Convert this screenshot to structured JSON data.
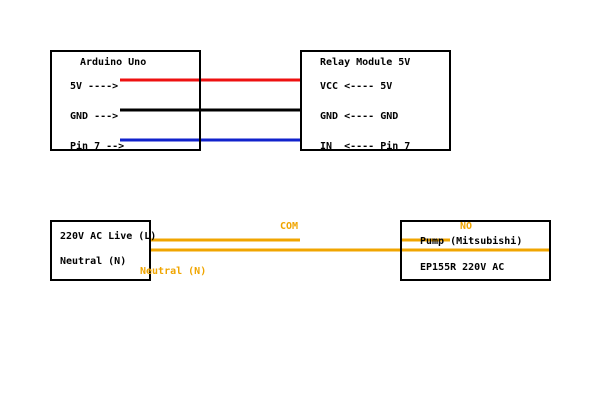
{
  "colors": {
    "power_wire": "#ee1111",
    "ground_wire": "#000000",
    "signal_wire": "#1122cc",
    "ac_wire": "#f0a500",
    "box_border": "#000000",
    "ac_label": "#f0a500"
  },
  "arduino": {
    "title": "Arduino Uno",
    "pin_5v": "5V ---->",
    "pin_gnd": "GND --->",
    "pin_7": "Pin 7 -->"
  },
  "relay": {
    "title": "Relay Module 5V",
    "vcc": "VCC <---- 5V",
    "gnd": "GND <---- GND",
    "in": "IN  <---- Pin 7"
  },
  "ac_source": {
    "live": "220V AC Live (L)",
    "neutral": "Neutral (N)"
  },
  "pump": {
    "name": "Pump (Mitsubishi)",
    "model": "EP155R 220V AC"
  },
  "wire_labels": {
    "com": "COM",
    "no": "NO",
    "neutral": "Neutral (N)"
  }
}
